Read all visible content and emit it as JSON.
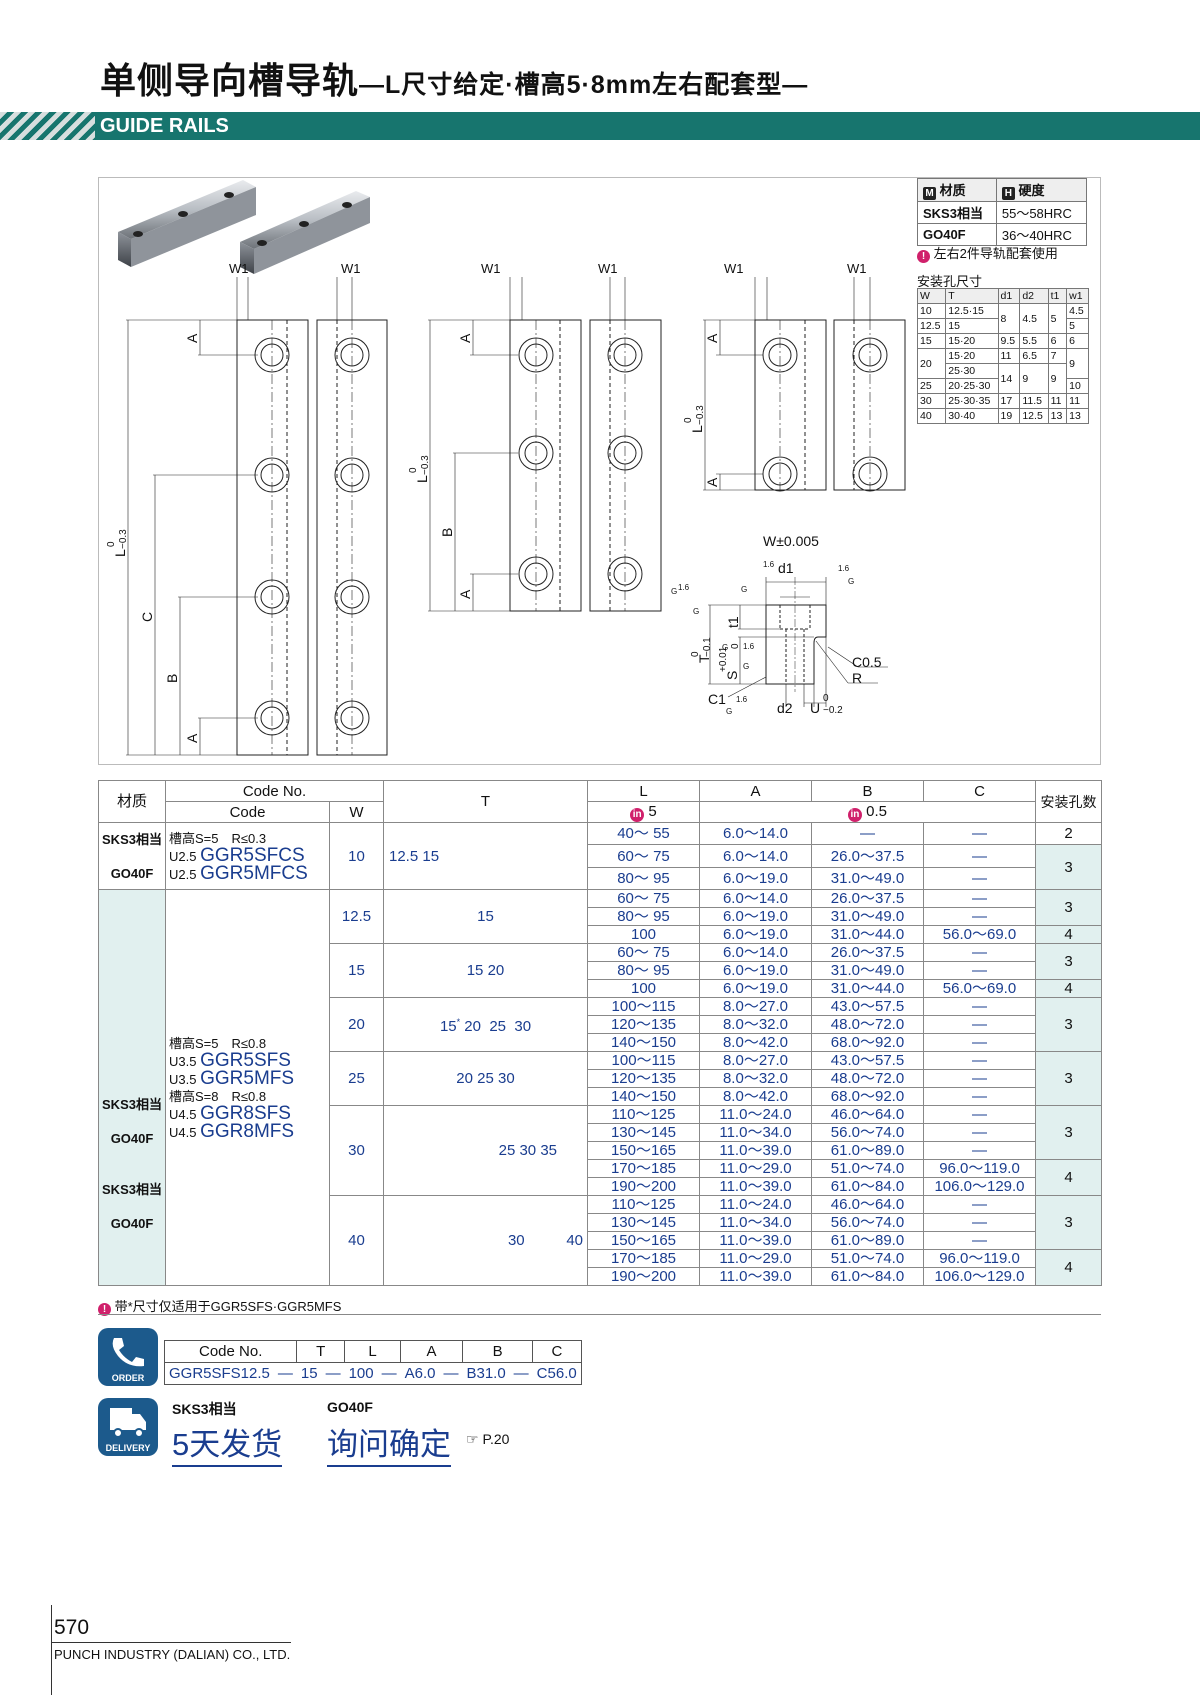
{
  "header": {
    "title_main": "单侧导向槽导轨",
    "title_sub": "—L尺寸给定·槽高5·8mm左右配套型—",
    "category": "GUIDE RAILS"
  },
  "diagram_labels": {
    "W1": "W1",
    "A": "A",
    "B": "B",
    "C": "C",
    "L": "L",
    "L_tol_top": "0",
    "L_tol_bot": "−0.3",
    "W_tol": "W±0.005",
    "d1": "d1",
    "d2": "d2",
    "t1": "t1",
    "T": "T",
    "T_tol_top": "0",
    "T_tol_bot": "−0.1",
    "S": "S",
    "S_tol_top": "+0.01",
    "S_tol_bot": "0",
    "U": "U",
    "U_tol_top": "0",
    "U_tol_bot": "−0.2",
    "C0_5": "C0.5",
    "R": "R",
    "C1": "C1",
    "G": "G",
    "rough": "1.6"
  },
  "material_table": {
    "head_material_icon": "M",
    "head_material": "材质",
    "head_hardness_icon": "H",
    "head_hardness": "硬度",
    "rows": [
      {
        "material": "SKS3相当",
        "hardness": "55～58HRC"
      },
      {
        "material": "GO40F",
        "hardness": "36～40HRC"
      }
    ],
    "note": "左右2件导轨配套使用"
  },
  "hole_table": {
    "title": "安装孔尺寸",
    "headers": [
      "W",
      "T",
      "d1",
      "d2",
      "t1",
      "w1"
    ],
    "rows": [
      [
        "10",
        "12.5·15",
        "8",
        "4.5",
        "5",
        "4.5"
      ],
      [
        "12.5",
        "15",
        "",
        "",
        "",
        "5"
      ],
      [
        "15",
        "15·20",
        "9.5",
        "5.5",
        "6",
        "6"
      ],
      [
        "20",
        "15·20",
        "11",
        "6.5",
        "7",
        "9"
      ],
      [
        "",
        "25·30",
        "14",
        "9",
        "9",
        ""
      ],
      [
        "25",
        "20·25·30",
        "",
        "",
        "",
        "10"
      ],
      [
        "30",
        "25·30·35",
        "17",
        "11.5",
        "11",
        "11"
      ],
      [
        "40",
        "30·40",
        "19",
        "12.5",
        "13",
        "13"
      ]
    ]
  },
  "main_table": {
    "headers": {
      "material": "材质",
      "code_no": "Code No.",
      "code": "Code",
      "w": "W",
      "t": "T",
      "l": "L",
      "a": "A",
      "b": "B",
      "c": "C",
      "holes": "安装孔数",
      "tol_icon": "in",
      "l_tol": "5",
      "abc_tol": "0.5"
    },
    "group1": {
      "mat1": "SKS3相当",
      "mat2": "GO40F",
      "slot": "槽高S=5　R≤0.3",
      "u1": "U2.5",
      "code1": "GGR5SFCS",
      "u2": "U2.5",
      "code2": "GGR5MFCS",
      "w": "10",
      "t": "12.5  15",
      "rows": [
        [
          "40～ 55",
          "6.0～14.0",
          "—",
          "—",
          "2"
        ],
        [
          "60～ 75",
          "6.0～14.0",
          "26.0～37.5",
          "—",
          "3"
        ],
        [
          "80～ 95",
          "6.0～19.0",
          "31.0～49.0",
          "—",
          ""
        ]
      ]
    },
    "group2": {
      "slot5": "槽高S=5　R≤0.8",
      "mat_a1": "SKS3相当",
      "u_a1": "U3.5",
      "code_a1": "GGR5SFS",
      "mat_a2": "GO40F",
      "u_a2": "U3.5",
      "code_a2": "GGR5MFS",
      "slot8": "槽高S=8　R≤0.8",
      "mat_b1": "SKS3相当",
      "u_b1": "U4.5",
      "code_b1": "GGR8SFS",
      "mat_b2": "GO40F",
      "u_b2": "U4.5",
      "code_b2": "GGR8MFS",
      "blocks": [
        {
          "w": "12.5",
          "t": "15",
          "rows": [
            [
              "60～ 75",
              "6.0～14.0",
              "26.0～37.5",
              "—"
            ],
            [
              "80～ 95",
              "6.0～19.0",
              "31.0～49.0",
              "—"
            ],
            [
              "100",
              "6.0～19.0",
              "31.0～44.0",
              "56.0～69.0"
            ]
          ],
          "holes": [
            "3",
            "4"
          ]
        },
        {
          "w": "15",
          "t": "15   20",
          "rows": [
            [
              "60～ 75",
              "6.0～14.0",
              "26.0～37.5",
              "—"
            ],
            [
              "80～ 95",
              "6.0～19.0",
              "31.0～49.0",
              "—"
            ],
            [
              "100",
              "6.0～19.0",
              "31.0～44.0",
              "56.0～69.0"
            ]
          ],
          "holes": [
            "3",
            "4"
          ]
        },
        {
          "w": "20",
          "t": "15",
          "t_mark": "*",
          "t_rest": " 20  25  30",
          "rows": [
            [
              "100～115",
              "8.0～27.0",
              "43.0～57.5",
              "—"
            ],
            [
              "120～135",
              "8.0～32.0",
              "48.0～72.0",
              "—"
            ],
            [
              "140～150",
              "8.0～42.0",
              "68.0～92.0",
              "—"
            ]
          ],
          "holes": [
            "3"
          ]
        },
        {
          "w": "25",
          "t": "20  25  30",
          "rows": [
            [
              "100～115",
              "8.0～27.0",
              "43.0～57.5",
              "—"
            ],
            [
              "120～135",
              "8.0～32.0",
              "48.0～72.0",
              "—"
            ],
            [
              "140～150",
              "8.0～42.0",
              "68.0～92.0",
              "—"
            ]
          ],
          "holes": [
            "3"
          ]
        },
        {
          "w": "30",
          "t": "25  30  35",
          "rows": [
            [
              "110～125",
              "11.0～24.0",
              "46.0～64.0",
              "—"
            ],
            [
              "130～145",
              "11.0～34.0",
              "56.0～74.0",
              "—"
            ],
            [
              "150～165",
              "11.0～39.0",
              "61.0～89.0",
              "—"
            ],
            [
              "170～185",
              "11.0～29.0",
              "51.0～74.0",
              "96.0～119.0"
            ],
            [
              "190～200",
              "11.0～39.0",
              "61.0～84.0",
              "106.0～129.0"
            ]
          ],
          "holes": [
            "3",
            "4"
          ]
        },
        {
          "w": "40",
          "t": "30          40",
          "rows": [
            [
              "110～125",
              "11.0～24.0",
              "46.0～64.0",
              "—"
            ],
            [
              "130～145",
              "11.0～34.0",
              "56.0～74.0",
              "—"
            ],
            [
              "150～165",
              "11.0～39.0",
              "61.0～89.0",
              "—"
            ],
            [
              "170～185",
              "11.0～29.0",
              "51.0～74.0",
              "96.0～119.0"
            ],
            [
              "190～200",
              "11.0～39.0",
              "61.0～84.0",
              "106.0～129.0"
            ]
          ],
          "holes": [
            "3",
            "4"
          ]
        }
      ]
    },
    "footnote": "带*尺寸仅适用于GGR5SFS·GGR5MFS"
  },
  "order": {
    "badge": "ORDER",
    "headers": [
      "Code No.",
      "T",
      "L",
      "A",
      "B",
      "C"
    ],
    "values": [
      "GGR5SFS12.5",
      "—",
      "15",
      "—",
      "100",
      "—",
      "A6.0",
      "—",
      "B31.0",
      "—",
      "C56.0"
    ]
  },
  "delivery": {
    "badge": "DELIVERY",
    "label1": "SKS3相当",
    "value1": "5天发货",
    "label2": "GO40F",
    "value2": "询问确定",
    "ref": "☞ P.20"
  },
  "footer": {
    "page": "570",
    "company": "PUNCH INDUSTRY (DALIAN) CO., LTD."
  }
}
